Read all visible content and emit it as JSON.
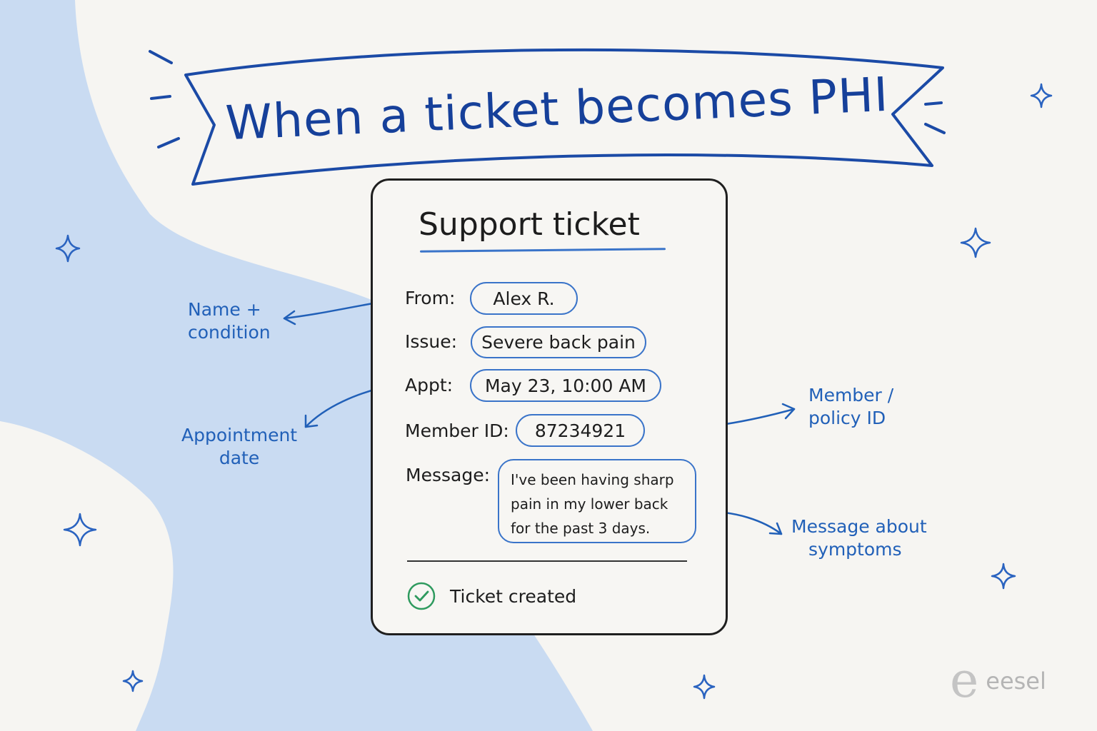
{
  "title": "When a ticket becomes PHI",
  "ticket": {
    "heading": "Support ticket",
    "from_label": "From:",
    "from_value": "Alex R.",
    "issue_label": "Issue:",
    "issue_value": "Severe back pain",
    "appt_label": "Appt:",
    "appt_value": "May 23, 10:00 AM",
    "member_label": "Member ID:",
    "member_value": "87234921",
    "message_label": "Message:",
    "message_lines": [
      "I've been having sharp",
      "pain in my lower back",
      "for the past 3 days."
    ],
    "status_text": "Ticket created"
  },
  "annotations": {
    "name_condition": [
      "Name +",
      "condition"
    ],
    "appointment": [
      "Appointment",
      "date"
    ],
    "member_policy": [
      "Member /",
      "policy ID"
    ],
    "message_symptoms": [
      "Message about",
      "symptoms"
    ]
  },
  "brand": {
    "mark": "e",
    "name": "eesel"
  },
  "colors": {
    "ink_blue": "#16409a",
    "accent_blue": "#3a74c9",
    "annotation_blue": "#2160b8",
    "background_blob": "#c9dbf2",
    "check_green": "#2e9a5e"
  },
  "icons": [
    "sparkle-icon",
    "check-circle-icon",
    "arrow-icon"
  ]
}
